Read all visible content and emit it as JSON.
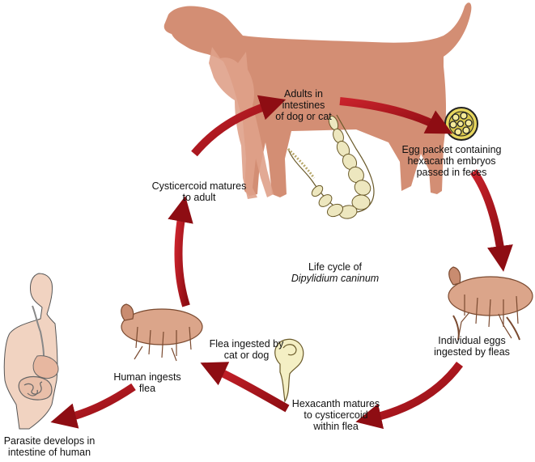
{
  "colors": {
    "arrow": "#b5121b",
    "arrow_dark": "#7d0b10",
    "dog": "#d38e74",
    "flea": "#dba58a",
    "flea_dark": "#7a4a30",
    "human_skin": "#f1d3c1",
    "gut": "#e7b7a0",
    "tapeworm": "#ede7bf",
    "egg_packet": "#e7d65e"
  },
  "labels": {
    "adults": [
      "Adults in",
      "intestines",
      "of dog or cat"
    ],
    "egg_packet": [
      "Egg packet containing",
      "hexacanth embryos",
      "passed in feces"
    ],
    "individual_eggs": [
      "Individual eggs",
      "ingested by fleas"
    ],
    "hexacanth": [
      "Hexacanth matures",
      "to cysticercoid",
      "within flea"
    ],
    "flea_ingested": [
      "Flea ingested by",
      "cat or dog"
    ],
    "cysticercoid": [
      "Cysticercoid matures",
      "to adult"
    ],
    "human_ingests": [
      "Human ingests",
      "flea"
    ],
    "parasite_develops": [
      "Parasite develops in",
      "intestine of human"
    ],
    "center_title": "Life cycle of",
    "center_species": "Dipylidium caninum"
  },
  "icons": [
    "dog-silhouette",
    "cat-silhouette",
    "tapeworm-illustration",
    "egg-packet-illustration",
    "flea-illustration",
    "cysticercoid-illustration",
    "human-digestive-illustration"
  ]
}
